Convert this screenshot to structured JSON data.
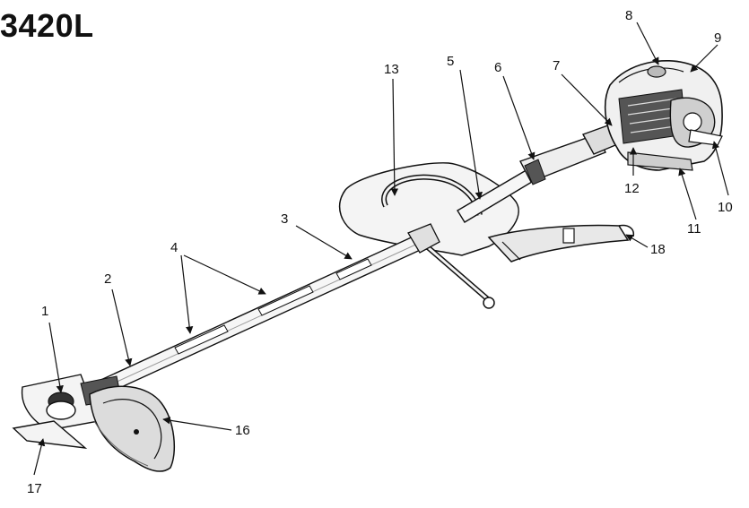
{
  "title": "3420L",
  "callouts": [
    "1",
    "2",
    "3",
    "4",
    "5",
    "6",
    "7",
    "8",
    "9",
    "10",
    "11",
    "12",
    "13",
    "16",
    "17",
    "18"
  ],
  "colors": {
    "ink": "#111111",
    "fill_light": "#f2f2f2",
    "fill_mid": "#bdbdbd",
    "fill_dark": "#555555"
  }
}
